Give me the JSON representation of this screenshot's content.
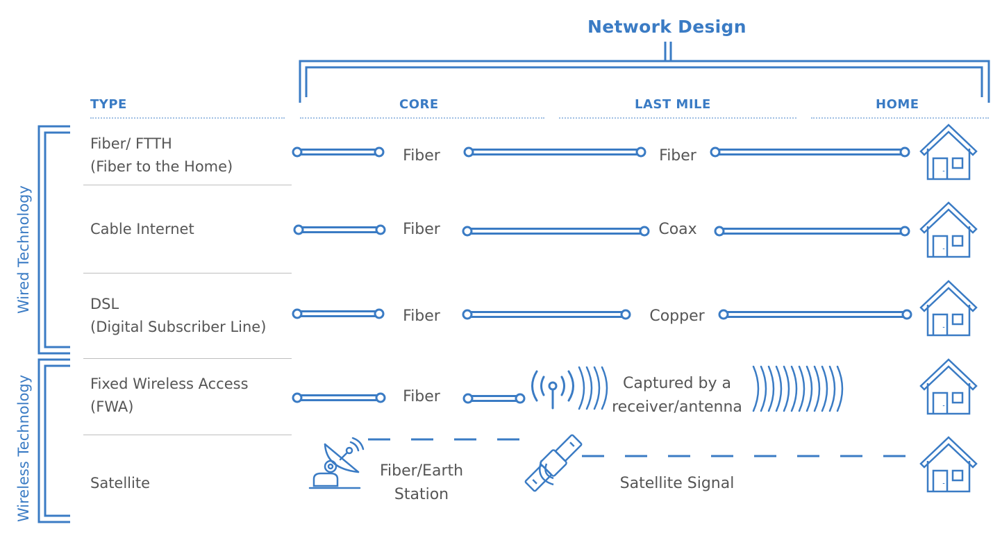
{
  "title": "Network Design",
  "columns": {
    "type": "TYPE",
    "core": "CORE",
    "last_mile": "LAST MILE",
    "home": "HOME"
  },
  "groups": {
    "wired": "Wired Technology",
    "wireless": "Wireless Technology"
  },
  "rows": [
    {
      "type_line1": "Fiber/ FTTH",
      "type_line2": "(Fiber to the Home)",
      "core_medium": "Fiber",
      "last_mile_medium": "Fiber",
      "link": "cable"
    },
    {
      "type_line1": "Cable Internet",
      "type_line2": "",
      "core_medium": "Fiber",
      "last_mile_medium": "Coax",
      "link": "cable"
    },
    {
      "type_line1": "DSL",
      "type_line2": "(Digital Subscriber Line)",
      "core_medium": "Fiber",
      "last_mile_medium": "Copper",
      "link": "cable"
    },
    {
      "type_line1": "Fixed Wireless Access",
      "type_line2": "(FWA)",
      "core_medium": "Fiber",
      "last_mile_line1": "Captured by a",
      "last_mile_line2": "receiver/antenna",
      "link": "radio"
    },
    {
      "type_line1": "Satellite",
      "type_line2": "",
      "core_line1": "Fiber/Earth",
      "core_line2": "Station",
      "last_mile_medium": "Satellite Signal",
      "link": "satellite"
    }
  ],
  "colors": {
    "accent": "#3a7bc4",
    "text": "#555555",
    "divider": "#bdbdbd"
  }
}
